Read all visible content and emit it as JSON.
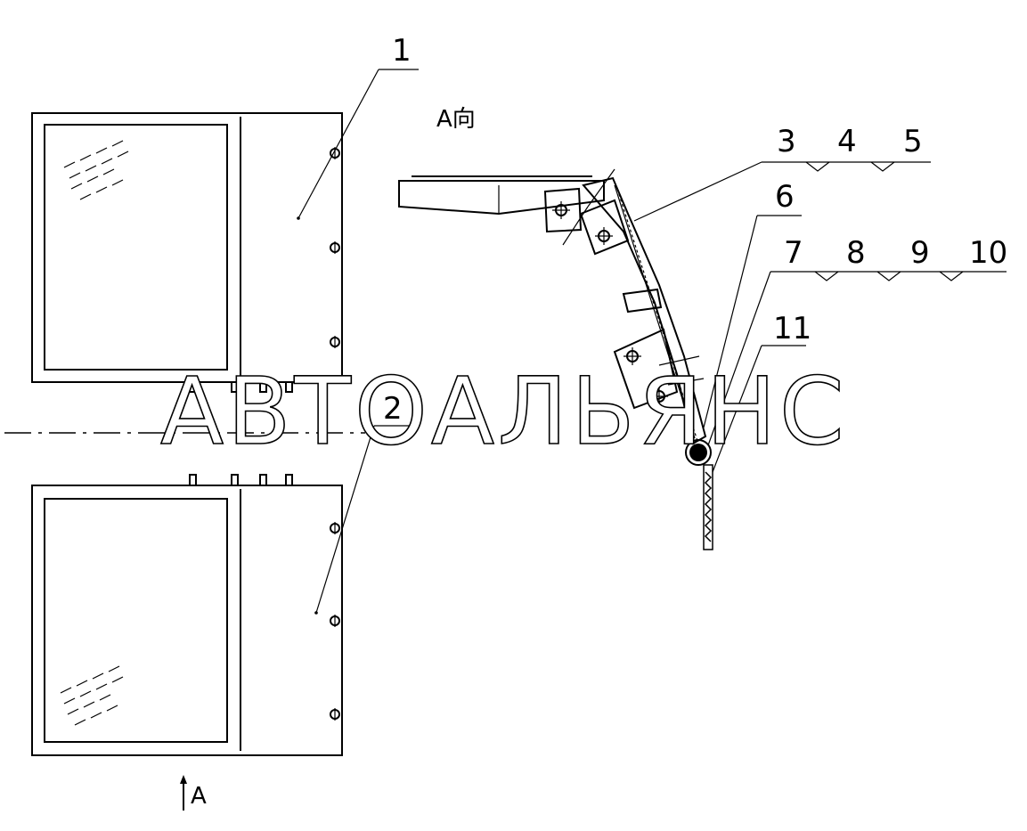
{
  "labels": {
    "part_1": "1",
    "part_2": "2",
    "part_3": "3",
    "part_4": "4",
    "part_5": "5",
    "part_6": "6",
    "part_7": "7",
    "part_8": "8",
    "part_9": "9",
    "part_10": "10",
    "part_11": "11"
  },
  "view_direction_label": "A向",
  "view_marker_label": "A",
  "watermark": "АВТОАЛЬЯНС"
}
